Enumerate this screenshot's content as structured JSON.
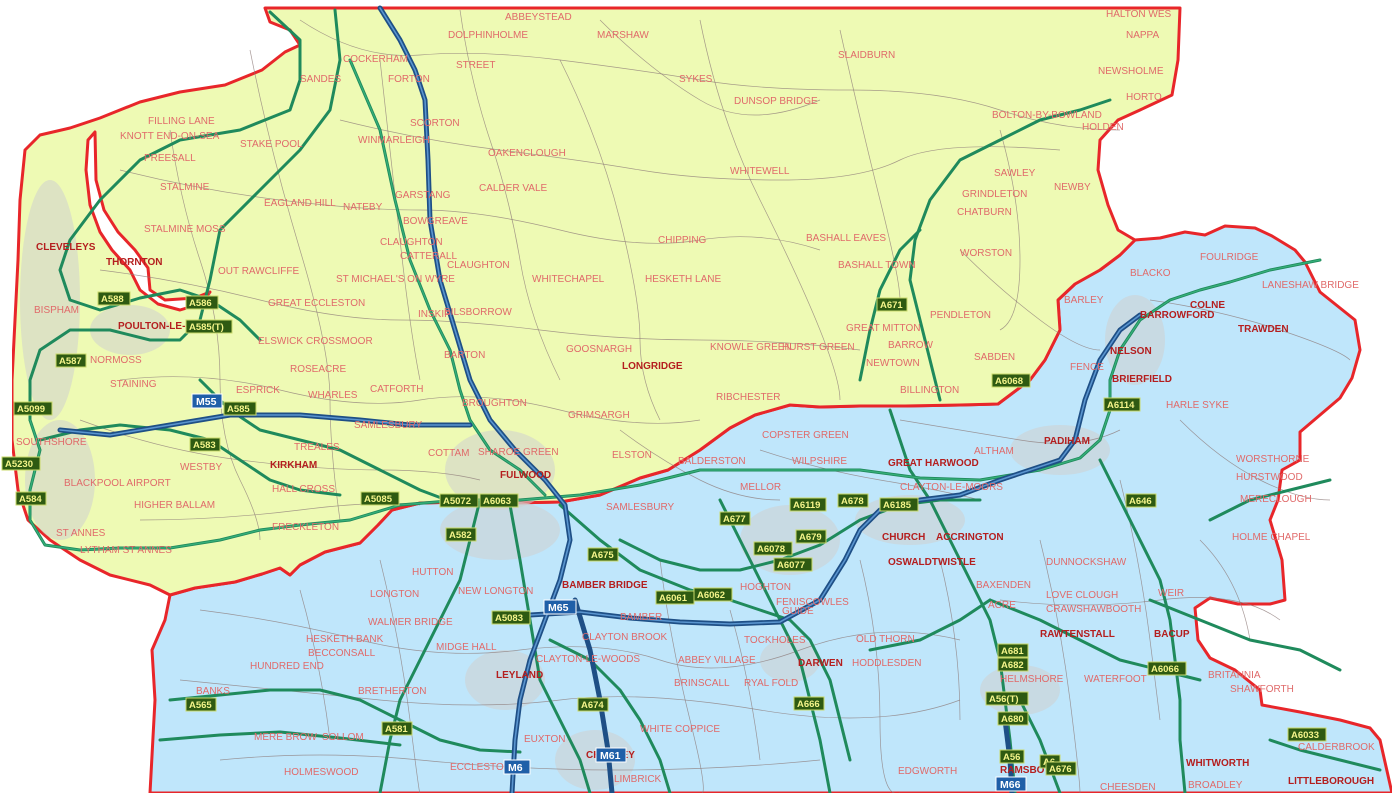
{
  "colors": {
    "north_region": "#eefab4",
    "south_region": "#bfe6fb",
    "boundary": "#e8262a",
    "a_road": "#1f8a5c",
    "motorway": "#1e4f86",
    "place_label": "#e06a6a",
    "town_label": "#b41e1e"
  },
  "places": [
    {
      "id": "abbeystead",
      "name": "ABBEYSTEAD"
    },
    {
      "id": "halton-west",
      "name": "HALTON WES"
    },
    {
      "id": "dolphinholme",
      "name": "DOLPHINHOLME"
    },
    {
      "id": "marshaw",
      "name": "MARSHAW"
    },
    {
      "id": "nappa",
      "name": "NAPPA"
    },
    {
      "id": "cockerham",
      "name": "COCKERHAM"
    },
    {
      "id": "street",
      "name": "STREET"
    },
    {
      "id": "slaidburn",
      "name": "SLAIDBURN"
    },
    {
      "id": "newsholme",
      "name": "NEWSHOLME"
    },
    {
      "id": "sandes",
      "name": "SANDES"
    },
    {
      "id": "forton",
      "name": "FORTON"
    },
    {
      "id": "sykes",
      "name": "SYKES"
    },
    {
      "id": "horton",
      "name": "HORTO"
    },
    {
      "id": "dunsop-bridge",
      "name": "DUNSOP BRIDGE"
    },
    {
      "id": "filling-lane",
      "name": "FILLING LANE"
    },
    {
      "id": "scorton",
      "name": "SCORTON"
    },
    {
      "id": "bolton-by-bowland",
      "name": "BOLTON-BY-BOWLAND"
    },
    {
      "id": "knott-end",
      "name": "KNOTT END-ON-SEA"
    },
    {
      "id": "stake-pool",
      "name": "STAKE POOL"
    },
    {
      "id": "winmarleigh",
      "name": "WINMARLEIGH"
    },
    {
      "id": "holden",
      "name": "HOLDEN"
    },
    {
      "id": "preesall",
      "name": "PREESALL"
    },
    {
      "id": "oakenclough",
      "name": "OAKENCLOUGH"
    },
    {
      "id": "whitewell",
      "name": "WHITEWELL"
    },
    {
      "id": "sawley",
      "name": "SAWLEY"
    },
    {
      "id": "stalmine",
      "name": "STALMINE"
    },
    {
      "id": "calder-vale",
      "name": "CALDER VALE"
    },
    {
      "id": "grindleton",
      "name": "GRINDLETON"
    },
    {
      "id": "newby",
      "name": "NEWBY"
    },
    {
      "id": "garstang",
      "name": "GARSTANG"
    },
    {
      "id": "eagland-hill",
      "name": "EAGLAND HILL"
    },
    {
      "id": "nateby",
      "name": "NATEBY"
    },
    {
      "id": "chatburn",
      "name": "CHATBURN"
    },
    {
      "id": "bowgreave",
      "name": "BOWGREAVE"
    },
    {
      "id": "stalmine-moss",
      "name": "STALMINE MOSS"
    },
    {
      "id": "bashall-eaves",
      "name": "BASHALL EAVES"
    },
    {
      "id": "chipping",
      "name": "CHIPPING"
    },
    {
      "id": "claughton",
      "name": "CLAUGHTON"
    },
    {
      "id": "catterall",
      "name": "CATTERALL"
    },
    {
      "id": "worston",
      "name": "WORSTON"
    },
    {
      "id": "cleveleys",
      "name": "CLEVELEYS"
    },
    {
      "id": "thornton",
      "name": "THORNTON"
    },
    {
      "id": "blacko",
      "name": "BLACKO"
    },
    {
      "id": "foulridge",
      "name": "FOULRIDGE"
    },
    {
      "id": "claughton2",
      "name": "CLAUGHTON"
    },
    {
      "id": "bashall-town",
      "name": "BASHALL TOWN"
    },
    {
      "id": "out-rawcliffe",
      "name": "OUT RAWCLIFFE"
    },
    {
      "id": "whitechapel",
      "name": "WHITECHAPEL"
    },
    {
      "id": "hesketh-lane",
      "name": "HESKETH LANE"
    },
    {
      "id": "laneshaw-bridge",
      "name": "LANESHAW BRIDGE"
    },
    {
      "id": "st-michaels",
      "name": "ST MICHAEL'S ON WYRE"
    },
    {
      "id": "barley",
      "name": "BARLEY"
    },
    {
      "id": "colne",
      "name": "COLNE"
    },
    {
      "id": "bispham",
      "name": "BISPHAM"
    },
    {
      "id": "great-eccleston",
      "name": "GREAT ECCLESTON"
    },
    {
      "id": "pendleton",
      "name": "PENDLETON"
    },
    {
      "id": "barrowford",
      "name": "BARROWFORD"
    },
    {
      "id": "poulton",
      "name": "POULTON-LE-FYLDE"
    },
    {
      "id": "inskip",
      "name": "INSKIP"
    },
    {
      "id": "bilsborrow",
      "name": "BILSBORROW"
    },
    {
      "id": "trawden",
      "name": "TRAWDEN"
    },
    {
      "id": "great-mitton",
      "name": "GREAT MITTON"
    },
    {
      "id": "elswick",
      "name": "ELSWICK"
    },
    {
      "id": "crossmoor",
      "name": "CROSSMOOR"
    },
    {
      "id": "barrow",
      "name": "BARROW"
    },
    {
      "id": "normoss",
      "name": "NORMOSS"
    },
    {
      "id": "roseacre",
      "name": "ROSEACRE"
    },
    {
      "id": "barton",
      "name": "BARTON"
    },
    {
      "id": "knowle-green",
      "name": "KNOWLE GREEN"
    },
    {
      "id": "hurst-green",
      "name": "HURST GREEN"
    },
    {
      "id": "sabden",
      "name": "SABDEN"
    },
    {
      "id": "newtown",
      "name": "NEWTOWN"
    },
    {
      "id": "nelson",
      "name": "NELSON"
    },
    {
      "id": "fence",
      "name": "FENCE"
    },
    {
      "id": "goosnargh",
      "name": "GOOSNARGH"
    },
    {
      "id": "longridge",
      "name": "LONGRIDGE"
    },
    {
      "id": "staining",
      "name": "STAINING"
    },
    {
      "id": "esprick",
      "name": "ESPRICK"
    },
    {
      "id": "catforth",
      "name": "CATFORTH"
    },
    {
      "id": "brierfield",
      "name": "BRIERFIELD"
    },
    {
      "id": "wharles",
      "name": "WHARLES"
    },
    {
      "id": "broughton",
      "name": "BROUGHTON"
    },
    {
      "id": "ribchester",
      "name": "RIBCHESTER"
    },
    {
      "id": "billington",
      "name": "BILLINGTON"
    },
    {
      "id": "harle-syke",
      "name": "HARLE SYKE"
    },
    {
      "id": "samlesbury-bottoms",
      "name": "SAMLESBURY"
    },
    {
      "id": "grimsargh",
      "name": "GRIMSARGH"
    },
    {
      "id": "padiham",
      "name": "PADIHAM"
    },
    {
      "id": "southshore",
      "name": "SOUTHSHORE"
    },
    {
      "id": "treales",
      "name": "TREALES"
    },
    {
      "id": "copster-green",
      "name": "COPSTER GREEN"
    },
    {
      "id": "altham",
      "name": "ALTHAM"
    },
    {
      "id": "sharoe-green",
      "name": "SHAROE GREEN"
    },
    {
      "id": "westby",
      "name": "WESTBY"
    },
    {
      "id": "cottam",
      "name": "COTTAM"
    },
    {
      "id": "elston",
      "name": "ELSTON"
    },
    {
      "id": "balderston",
      "name": "BALDERSTON"
    },
    {
      "id": "wilpshire",
      "name": "WILPSHIRE"
    },
    {
      "id": "great-harwood",
      "name": "GREAT HARWOOD"
    },
    {
      "id": "worsthorne",
      "name": "WORSTHORNE"
    },
    {
      "id": "kirkham",
      "name": "KIRKHAM"
    },
    {
      "id": "fulwood",
      "name": "FULWOOD"
    },
    {
      "id": "hurstwood",
      "name": "HURSTWOOD"
    },
    {
      "id": "blackpool-airport",
      "name": "BLACKPOOL AIRPORT"
    },
    {
      "id": "hall-cross",
      "name": "HALL CROSS"
    },
    {
      "id": "clayton-le-moors",
      "name": "CLAYTON-LE-MOORS"
    },
    {
      "id": "mellor",
      "name": "MELLOR"
    },
    {
      "id": "higher-ballam",
      "name": "HIGHER BALLAM"
    },
    {
      "id": "samlesbury",
      "name": "SAMLESBURY"
    },
    {
      "id": "mereclough",
      "name": "MERECLOUGH"
    },
    {
      "id": "freckleton",
      "name": "FRECKLETON"
    },
    {
      "id": "lytham",
      "name": "LYTHAM ST ANNES"
    },
    {
      "id": "church",
      "name": "CHURCH"
    },
    {
      "id": "accrington",
      "name": "ACCRINGTON"
    },
    {
      "id": "holme-chapel",
      "name": "HOLME CHAPEL"
    },
    {
      "id": "st-annes",
      "name": "ST ANNES"
    },
    {
      "id": "oswaldtwistle",
      "name": "OSWALDTWISTLE"
    },
    {
      "id": "dunnockshaw",
      "name": "DUNNOCKSHAW"
    },
    {
      "id": "hutton",
      "name": "HUTTON"
    },
    {
      "id": "bamber-bridge",
      "name": "BAMBER BRIDGE"
    },
    {
      "id": "baxenden",
      "name": "BAXENDEN"
    },
    {
      "id": "love-clough",
      "name": "LOVE CLOUGH"
    },
    {
      "id": "longton",
      "name": "LONGTON"
    },
    {
      "id": "new-longton",
      "name": "NEW LONGTON"
    },
    {
      "id": "crawshawbooth",
      "name": "CRAWSHAWBOOTH"
    },
    {
      "id": "weir",
      "name": "WEIR"
    },
    {
      "id": "walmer-bridge",
      "name": "WALMER BRIDGE"
    },
    {
      "id": "bamber",
      "name": "BAMBER"
    },
    {
      "id": "hoghton",
      "name": "HOGHTON"
    },
    {
      "id": "guide",
      "name": "GUIDE"
    },
    {
      "id": "acre",
      "name": "ACRE"
    },
    {
      "id": "clayton-brook",
      "name": "CLAYTON BROOK"
    },
    {
      "id": "feniscowles",
      "name": "FENISCOWLES"
    },
    {
      "id": "oldthorn",
      "name": "OLD THORN"
    },
    {
      "id": "rawtenstall",
      "name": "RAWTENSTALL"
    },
    {
      "id": "bacup",
      "name": "BACUP"
    },
    {
      "id": "hesketh-bank",
      "name": "HESKETH BANK"
    },
    {
      "id": "becconsall",
      "name": "BECCONSALL"
    },
    {
      "id": "tockholes",
      "name": "TOCKHOLES"
    },
    {
      "id": "midge-hall",
      "name": "MIDGE HALL"
    },
    {
      "id": "hundred-end",
      "name": "HUNDRED END"
    },
    {
      "id": "clayton-le-woods",
      "name": "CLAYTON-LE-WOODS"
    },
    {
      "id": "abbey-village",
      "name": "ABBEY VILLAGE"
    },
    {
      "id": "darwen",
      "name": "DARWEN"
    },
    {
      "id": "hoddlesden",
      "name": "HODDLESDEN"
    },
    {
      "id": "loveclough2",
      "name": "WATERFOOT"
    },
    {
      "id": "britannia",
      "name": "BRITANNIA"
    },
    {
      "id": "leyland",
      "name": "LEYLAND"
    },
    {
      "id": "helmshore",
      "name": "HELMSHORE"
    },
    {
      "id": "shawforth",
      "name": "SHAWFORTH"
    },
    {
      "id": "banks",
      "name": "BANKS"
    },
    {
      "id": "bretherton",
      "name": "BRETHERTON"
    },
    {
      "id": "brinscall",
      "name": "BRINSCALL"
    },
    {
      "id": "ryal-fold",
      "name": "RYAL FOLD"
    },
    {
      "id": "white-coppice",
      "name": "WHITE COPPICE"
    },
    {
      "id": "mere-brow",
      "name": "MERE BROW"
    },
    {
      "id": "sollom",
      "name": "SOLLOM"
    },
    {
      "id": "euxton",
      "name": "EUXTON"
    },
    {
      "id": "chorley",
      "name": "CHORLEY"
    },
    {
      "id": "whitworth",
      "name": "WHITWORTH"
    },
    {
      "id": "holmeswood",
      "name": "HOLMESWOOD"
    },
    {
      "id": "eccleston",
      "name": "ECCLESTON"
    },
    {
      "id": "limbrick",
      "name": "LIMBRICK"
    },
    {
      "id": "edgworth",
      "name": "EDGWORTH"
    },
    {
      "id": "ramsbottom",
      "name": "RAMSBOTTOM"
    },
    {
      "id": "cheesden",
      "name": "CHEESDEN"
    },
    {
      "id": "broadley",
      "name": "BROADLEY"
    },
    {
      "id": "calderbrook",
      "name": "CALDERBROOK"
    },
    {
      "id": "littleborough",
      "name": "LITTLEBOROUGH"
    }
  ],
  "road_shields": [
    {
      "id": "a588",
      "label": "A588",
      "type": "a-road"
    },
    {
      "id": "a586",
      "label": "A586",
      "type": "a-road"
    },
    {
      "id": "a585t",
      "label": "A585(T)",
      "type": "a-road"
    },
    {
      "id": "a671",
      "label": "A671",
      "type": "a-road"
    },
    {
      "id": "a587",
      "label": "A587",
      "type": "a-road"
    },
    {
      "id": "a6068",
      "label": "A6068",
      "type": "a-road"
    },
    {
      "id": "a5099",
      "label": "A5099",
      "type": "a-road"
    },
    {
      "id": "m55",
      "label": "M55",
      "type": "motorway"
    },
    {
      "id": "a585",
      "label": "A585",
      "type": "a-road"
    },
    {
      "id": "a6114",
      "label": "A6114",
      "type": "a-road"
    },
    {
      "id": "a583",
      "label": "A583",
      "type": "a-road"
    },
    {
      "id": "a5230",
      "label": "A5230",
      "type": "a-road"
    },
    {
      "id": "a584",
      "label": "A584",
      "type": "a-road"
    },
    {
      "id": "a5085",
      "label": "A5085",
      "type": "a-road"
    },
    {
      "id": "a5072",
      "label": "A5072",
      "type": "a-road"
    },
    {
      "id": "a6063",
      "label": "A6063",
      "type": "a-road"
    },
    {
      "id": "a6119",
      "label": "A6119",
      "type": "a-road"
    },
    {
      "id": "a678",
      "label": "A678",
      "type": "a-road"
    },
    {
      "id": "a6185",
      "label": "A6185",
      "type": "a-road"
    },
    {
      "id": "a646",
      "label": "A646",
      "type": "a-road"
    },
    {
      "id": "a677",
      "label": "A677",
      "type": "a-road"
    },
    {
      "id": "a679",
      "label": "A679",
      "type": "a-road"
    },
    {
      "id": "a582",
      "label": "A582",
      "type": "a-road"
    },
    {
      "id": "a6078",
      "label": "A6078",
      "type": "a-road"
    },
    {
      "id": "a675",
      "label": "A675",
      "type": "a-road"
    },
    {
      "id": "a6077",
      "label": "A6077",
      "type": "a-road"
    },
    {
      "id": "a6061",
      "label": "A6061",
      "type": "a-road"
    },
    {
      "id": "a6062",
      "label": "A6062",
      "type": "a-road"
    },
    {
      "id": "m65",
      "label": "M65",
      "type": "motorway"
    },
    {
      "id": "a5083",
      "label": "A5083",
      "type": "a-road"
    },
    {
      "id": "a681",
      "label": "A681",
      "type": "a-road"
    },
    {
      "id": "a682",
      "label": "A682",
      "type": "a-road"
    },
    {
      "id": "a6066",
      "label": "A6066",
      "type": "a-road"
    },
    {
      "id": "a565",
      "label": "A565",
      "type": "a-road"
    },
    {
      "id": "a666",
      "label": "A666",
      "type": "a-road"
    },
    {
      "id": "a56t",
      "label": "A56(T)",
      "type": "a-road"
    },
    {
      "id": "a674",
      "label": "A674",
      "type": "a-road"
    },
    {
      "id": "a581",
      "label": "A581",
      "type": "a-road"
    },
    {
      "id": "a680",
      "label": "A680",
      "type": "a-road"
    },
    {
      "id": "a6033",
      "label": "A6033",
      "type": "a-road"
    },
    {
      "id": "a56",
      "label": "A56",
      "type": "a-road"
    },
    {
      "id": "a6",
      "label": "A6",
      "type": "a-road"
    },
    {
      "id": "a676",
      "label": "A676",
      "type": "a-road"
    },
    {
      "id": "m6",
      "label": "M6",
      "type": "motorway"
    },
    {
      "id": "m61",
      "label": "M61",
      "type": "motorway"
    },
    {
      "id": "m66",
      "label": "M66",
      "type": "motorway"
    }
  ]
}
